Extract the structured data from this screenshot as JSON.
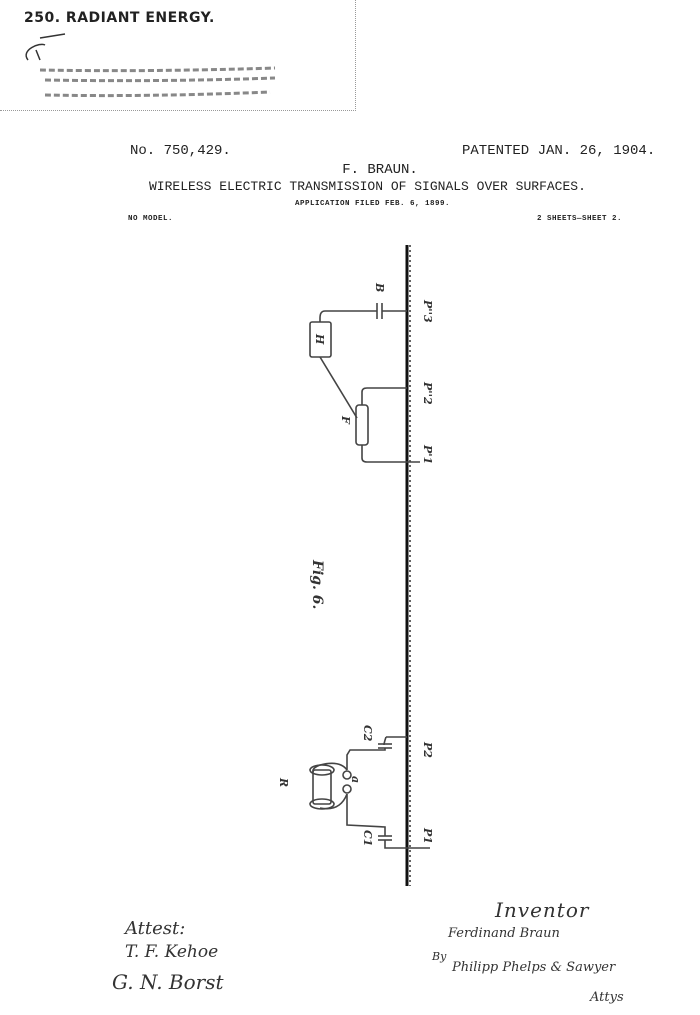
{
  "stamp": {
    "title": "250. RADIANT ENERGY."
  },
  "header": {
    "patent_number": "No. 750,429.",
    "patented_date": "PATENTED JAN. 26, 1904.",
    "inventor_name": "F. BRAUN.",
    "title": "WIRELESS ELECTRIC TRANSMISSION OF SIGNALS OVER SURFACES.",
    "application": "APPLICATION FILED FEB. 6, 1899.",
    "model": "NO MODEL.",
    "sheets": "2 SHEETS—SHEET 2."
  },
  "figure": {
    "label": "Fig. 6.",
    "parts": {
      "B": "B",
      "H": "H",
      "F": "F",
      "P1_top": "P'1",
      "P2_top": "P''2",
      "P3": "P''3",
      "C2": "C2",
      "a": "a",
      "R": "R",
      "P2": "P2",
      "C1": "C1",
      "P1": "P1"
    }
  },
  "signatures": {
    "attest": "Attest:",
    "witness1": "T. F. Kehoe",
    "witness2": "G. N. Borst",
    "inventor_heading": "Inventor",
    "inventor": "Ferdinand Braun",
    "by": "By",
    "attorneys": "Philipp Phelps & Sawyer",
    "attys": "Attys"
  }
}
